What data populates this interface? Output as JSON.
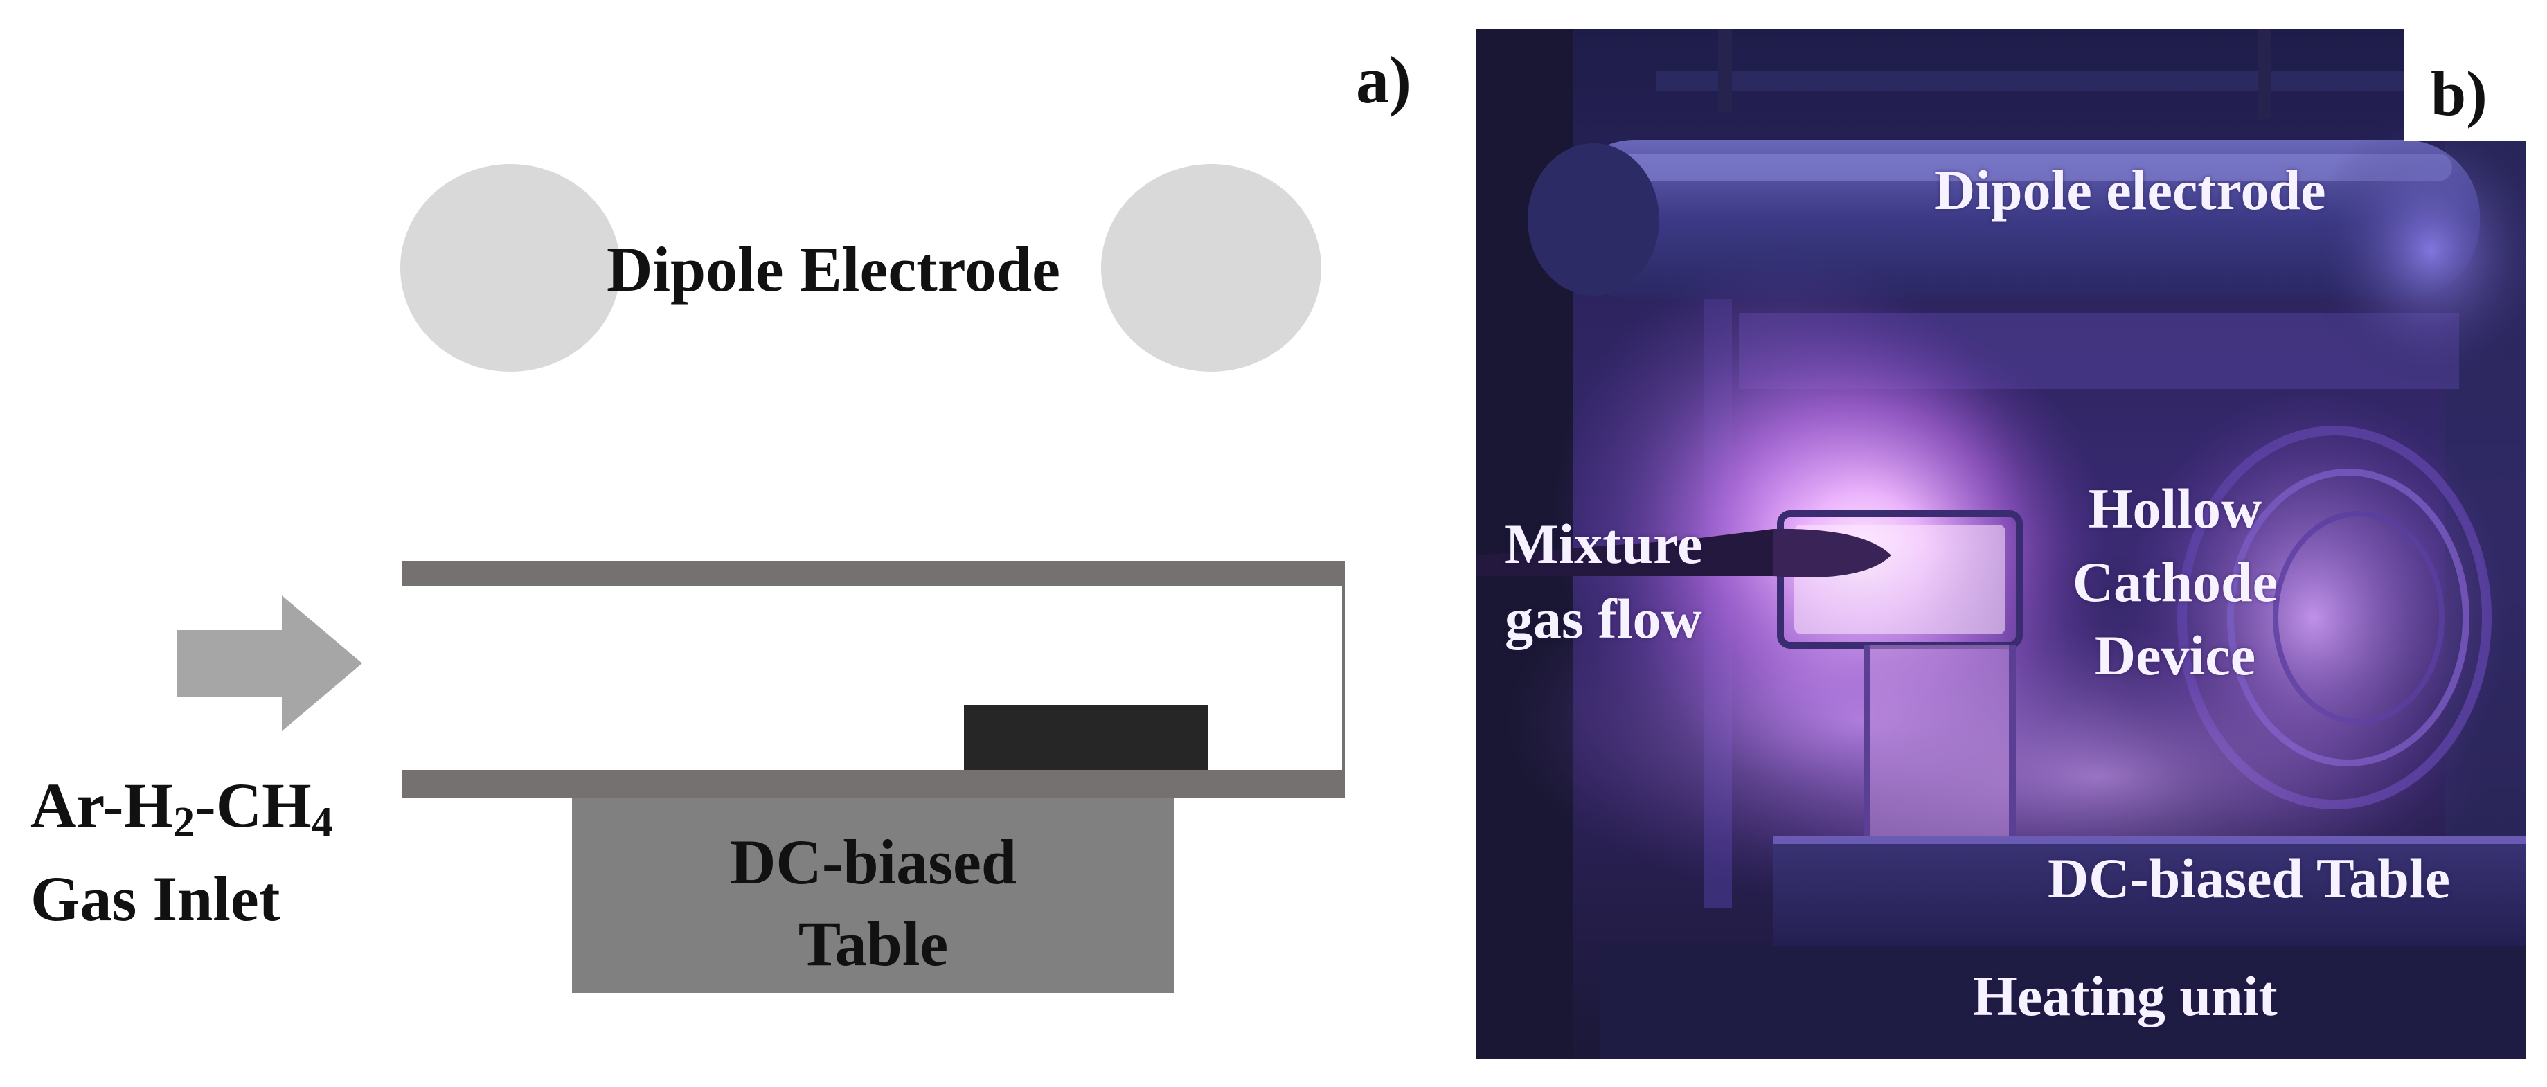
{
  "panel_a": {
    "tag": "a)",
    "electrode_label": "Dipole Electrode",
    "gas_label_parts": [
      "Ar-H",
      "2",
      "-CH",
      "4"
    ],
    "gas_label_line2": "Gas Inlet",
    "table_label_line1": "DC-biased",
    "table_label_line2": "Table"
  },
  "panel_b": {
    "tag": "b)",
    "dipole_label": "Dipole electrode",
    "mixture_line1": "Mixture",
    "mixture_line2": "gas flow",
    "hollow_line1": "Hollow",
    "hollow_line2": "Cathode",
    "hollow_line3": "Device",
    "table_label": "DC-biased Table",
    "heating_label": "Heating unit"
  },
  "colors": {
    "electrode_fill": "#d9d9d9",
    "plate_fill": "#767171",
    "substrate_fill": "#262626",
    "table_fill": "#808080",
    "arrow_fill": "#a6a6a6",
    "plasma_glow": "#f3c4ff"
  },
  "icons": {
    "gas_inlet_arrow": "right-arrow-icon"
  }
}
